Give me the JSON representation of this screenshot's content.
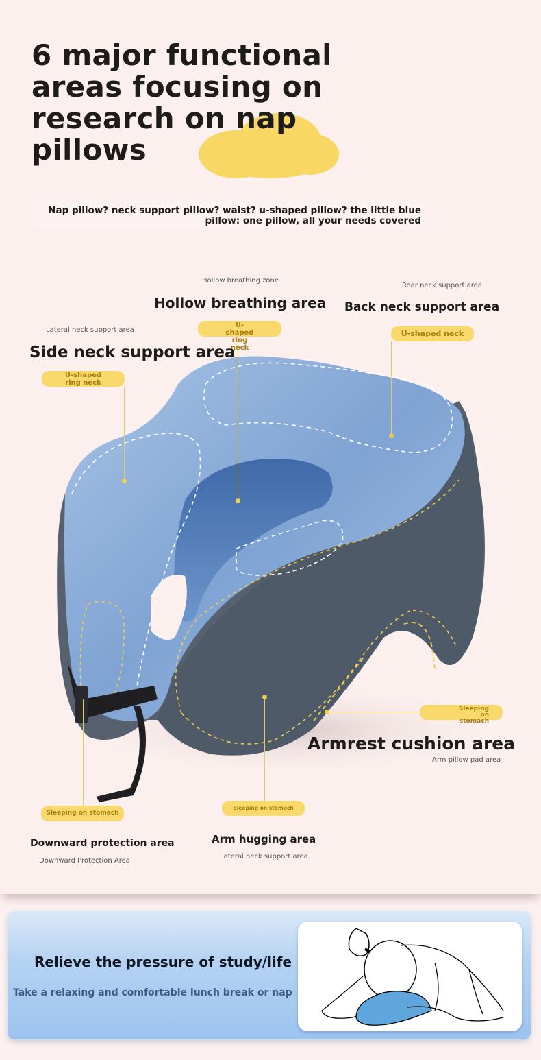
{
  "header": {
    "title": "6 major functional areas focusing on research on nap pillows",
    "subtitle": "Nap pillow? neck support pillow? waist? u-shaped pillow? the little blue pillow: one pillow, all your needs covered"
  },
  "areas": {
    "hollow": {
      "caption": "Hollow breathing zone",
      "title": "Hollow breathing area",
      "tag": "U-shaped ring neck"
    },
    "back_neck": {
      "caption": "Rear neck support area",
      "title": "Back neck support area",
      "tag": "U-shaped neck"
    },
    "side_neck": {
      "caption": "Lateral neck support area",
      "title": "Side neck support area",
      "tag": "U-shaped ring neck"
    },
    "armrest": {
      "tag": "Sleeping on stomach",
      "title": "Armrest cushion area",
      "caption": "Arm pillow pad area"
    },
    "downward": {
      "tag": "Sleeping on stomach",
      "title": "Downward protection area",
      "caption": "Downward Protection Area"
    },
    "arm_hugging": {
      "tag": "Sleeping on stomach",
      "title": "Arm hugging area",
      "caption": "Lateral neck support area"
    }
  },
  "banner": {
    "title": "Relieve the pressure of study/life",
    "subtitle": "Take a relaxing and comfortable lunch break or nap"
  },
  "colors": {
    "background": "#fcf0ef",
    "accent_yellow": "#f9d86c",
    "pillow_blue": "#7fa6d8",
    "pillow_gray": "#4f5a69",
    "banner_blue": "#9cc3ef"
  }
}
